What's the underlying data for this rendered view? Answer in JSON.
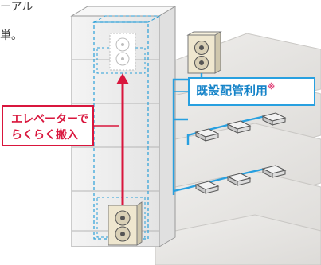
{
  "intro_text": {
    "line1": "ーアル",
    "line2": "単。"
  },
  "callout": {
    "line1": "エレベーターで",
    "line2": "らくらく搬入"
  },
  "pipe_label": {
    "text": "既設配管利用",
    "mark": "※"
  },
  "colors": {
    "callout_red": "#d9163d",
    "pipe_blue": "#28a0e0",
    "floor_gray": "#e8e6e4",
    "building_line": "#9a9a9a"
  }
}
